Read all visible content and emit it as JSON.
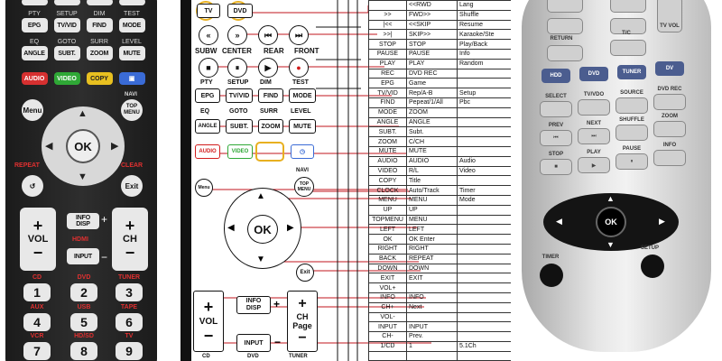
{
  "left_remote": {
    "row1": [
      {
        "top": "PTY",
        "label": "EPG"
      },
      {
        "top": "SETUP",
        "label": "TV/VID"
      },
      {
        "top": "DIM",
        "label": "FIND"
      },
      {
        "top": "TEST",
        "label": "MODE"
      }
    ],
    "row2": [
      {
        "top": "EQ",
        "label": "ANGLE"
      },
      {
        "top": "GOTO",
        "label": "SUBT."
      },
      {
        "top": "SURR",
        "label": "ZOOM"
      },
      {
        "top": "LEVEL",
        "label": "MUTE"
      }
    ],
    "color_buttons": [
      {
        "label": "AUDIO",
        "color": "#d63030"
      },
      {
        "label": "VIDEO",
        "color": "#2fa836"
      },
      {
        "label": "COPY",
        "color": "#e8c020"
      },
      {
        "label": "▣",
        "color": "#3a6bd6"
      }
    ],
    "menu": "Menu",
    "navi": "NAVI",
    "top_menu": "TOP\nMENU",
    "ok": "OK",
    "repeat": "REPEAT",
    "clear": "CLEAR",
    "exit": "Exit",
    "vol": "VOL",
    "ch": "CH",
    "info": "INFO\nDISP",
    "hdmi": "HDMI",
    "input": "INPUT",
    "digit_labels_row1": [
      "CD",
      "DVD",
      "TUNER"
    ],
    "digits_row1": [
      "1",
      "2",
      "3"
    ],
    "digit_labels_row2": [
      "AUX",
      "USB",
      "TAPE"
    ],
    "digits_row2": [
      "4",
      "5",
      "6"
    ],
    "digit_labels_row3": [
      "VCR",
      "HD/SD",
      "TV"
    ],
    "digits_row3": [
      "7",
      "8",
      "9"
    ]
  },
  "diagram": {
    "top_labels": [
      "TV",
      "DVD"
    ],
    "transport_labels": [
      "SUBW",
      "CENTER",
      "REAR",
      "FRONT"
    ],
    "row1_top": [
      "PTY",
      "SETUP",
      "DIM",
      "TEST"
    ],
    "row1": [
      "EPG",
      "TV/VID",
      "FIND",
      "MODE"
    ],
    "row2_top": [
      "EQ",
      "GOTO",
      "SURR",
      "LEVEL"
    ],
    "row2": [
      "ANGLE",
      "SUBT.",
      "ZOOM",
      "MUTE"
    ],
    "colors": [
      "AUDIO",
      "VIDEO"
    ],
    "menu": "Menu",
    "navi": "NAVI",
    "top_menu": "TOP\nMENU",
    "ok": "OK",
    "exit": "Exit",
    "info": "INFO\nDISP",
    "vol": "VOL",
    "ch": "CH",
    "page": "Page",
    "input": "INPUT",
    "bottom": [
      "CD",
      "DVD",
      "TUNER"
    ]
  },
  "mapping_table": [
    [
      "",
      "<<RWD",
      "Lang"
    ],
    [
      ">>",
      "FWD>>",
      "Shuffle"
    ],
    [
      "|<<",
      "<<SKIP",
      "Resume"
    ],
    [
      ">>|",
      "SKIP>>",
      "Karaoke/Ste"
    ],
    [
      "STOP",
      "STOP",
      "Play/Back"
    ],
    [
      "PAUSE",
      "PAUSE",
      "Info"
    ],
    [
      "PLAY",
      "PLAY",
      "Random"
    ],
    [
      "REC",
      "DVD REC",
      ""
    ],
    [
      "EPG",
      "Game",
      ""
    ],
    [
      "TV/VID",
      "Rep/A-B",
      "Setup"
    ],
    [
      "FIND",
      "Pepeat/1/All",
      "Pbc"
    ],
    [
      "MODE",
      "ZOOM",
      ""
    ],
    [
      "ANGLE",
      "ANGLE",
      ""
    ],
    [
      "SUBT.",
      "Subt.",
      ""
    ],
    [
      "ZOOM",
      "C/CH",
      ""
    ],
    [
      "MUTE",
      "MUTE",
      ""
    ],
    [
      "AUDIO",
      "AUDIO",
      "Audio"
    ],
    [
      "VIDEO",
      "R/L",
      "Video"
    ],
    [
      "COPY",
      "Title",
      ""
    ],
    [
      "CLOCK",
      "Auto/Track",
      "Timer"
    ],
    [
      "MENU",
      "MENU",
      "Mode"
    ],
    [
      "UP",
      "UP",
      ""
    ],
    [
      "TOPMENU",
      "MENU",
      ""
    ],
    [
      "LEFT",
      "LEFT",
      ""
    ],
    [
      "OK",
      "OK Enter",
      ""
    ],
    [
      "RIGHT",
      "RIGHT",
      ""
    ],
    [
      "BACK",
      "REPEAT",
      ""
    ],
    [
      "DOWN",
      "DOWN",
      ""
    ],
    [
      "EXIT",
      "EXIT",
      ""
    ],
    [
      "VOL+",
      "",
      ""
    ],
    [
      "INFO",
      "INFO",
      ""
    ],
    [
      "CH+",
      "Next",
      ""
    ],
    [
      "VOL-",
      "",
      ""
    ],
    [
      "INPUT",
      "INPUT",
      ""
    ],
    [
      "CH-",
      "Prev.",
      ""
    ],
    [
      "1/CD",
      "1",
      "5.1Ch"
    ],
    [
      "",
      "",
      ""
    ]
  ],
  "right_remote": {
    "top_labels": [
      "RETURN",
      "T/C",
      "TV VOL"
    ],
    "blue": [
      "HDD",
      "DVD",
      "TUNER",
      "DV"
    ],
    "row_labels": [
      "SELECT",
      "TV/VDO",
      "SOURCE",
      "DVD REC"
    ],
    "row2_labels": [
      "PREV",
      "NEXT",
      "SHUFFLE",
      "ZOOM"
    ],
    "row3_labels": [
      "STOP",
      "PLAY",
      "PAUSE",
      "INFO"
    ],
    "ok": "OK",
    "timer": "TIMER",
    "setup": "SETUP"
  }
}
